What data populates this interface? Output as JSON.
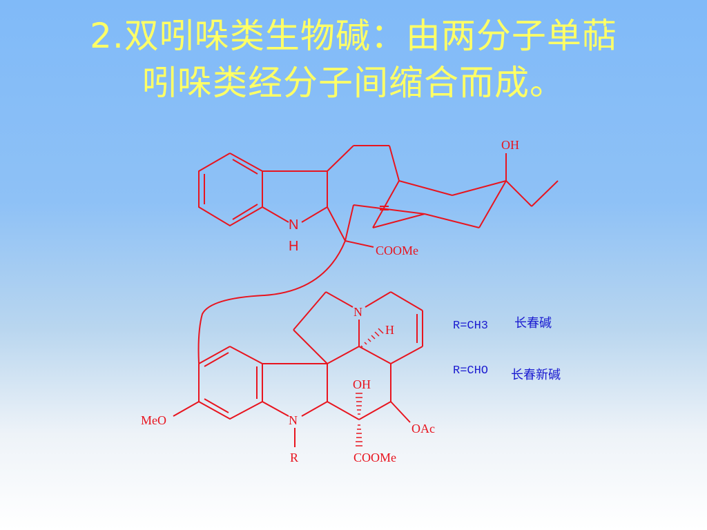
{
  "slide": {
    "title_line1": "2.双吲哚类生物碱：由两分子单萜",
    "title_line2": "吲哚类经分子间缩合而成。"
  },
  "structure": {
    "upper_oh": "OH",
    "upper_n": "N",
    "upper_h": "H",
    "upper_coome": "COOMe",
    "lower_n_ring": "N",
    "lower_h": "H",
    "lower_oh": "OH",
    "lower_meo": "MeO",
    "lower_n_indole": "N",
    "lower_r": "R",
    "lower_oac": "OAc",
    "lower_coome": "COOMe"
  },
  "legend": [
    {
      "formula": "R=CH3",
      "name": "长春碱"
    },
    {
      "formula": "R=CHO",
      "name": "长春新碱"
    }
  ],
  "colors": {
    "title": "#ffff66",
    "structure": "#e8141e",
    "legend": "#1b1bd0"
  }
}
